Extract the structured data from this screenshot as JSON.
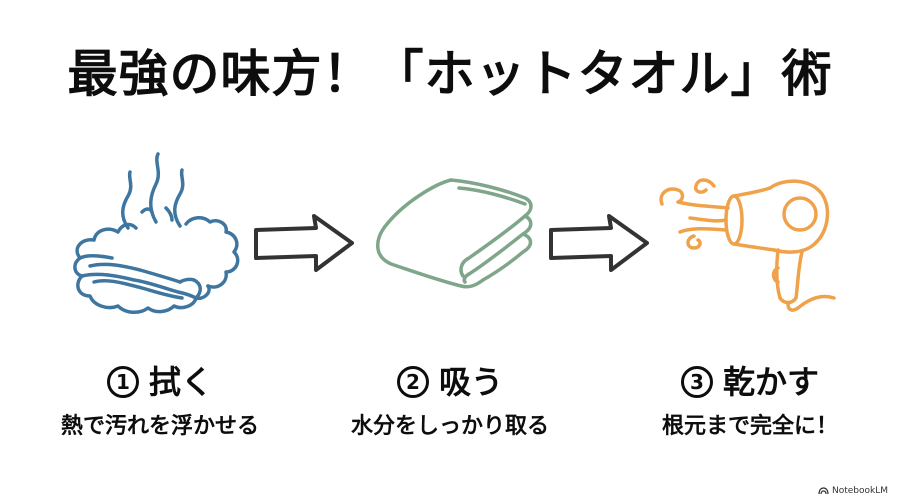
{
  "title": "最強の味方！「ホットタオル」術",
  "colors": {
    "towel_hot": "#3f76a0",
    "towel_folded": "#7fa58a",
    "dryer": "#f0a24a",
    "arrow": "#333333",
    "text": "#0d0d0d",
    "background": "#ffffff"
  },
  "steps": [
    {
      "number": "1",
      "label": "拭く",
      "description": "熱で汚れを浮かせる",
      "icon": "steaming-towel-icon"
    },
    {
      "number": "2",
      "label": "吸う",
      "description": "水分をしっかり取る",
      "icon": "folded-towel-icon"
    },
    {
      "number": "3",
      "label": "乾かす",
      "description": "根元まで完全に！",
      "icon": "hair-dryer-icon"
    }
  ],
  "arrows": [
    "right-arrow-icon",
    "right-arrow-icon"
  ],
  "watermark": {
    "label": "NotebookLM"
  }
}
